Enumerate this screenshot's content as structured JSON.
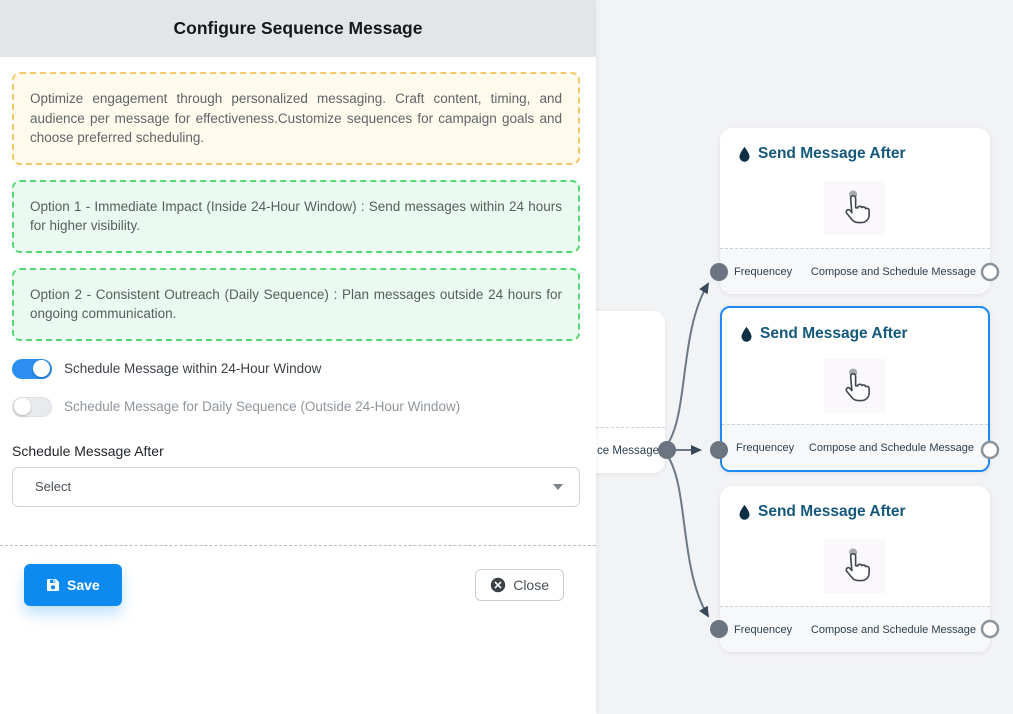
{
  "panel": {
    "title": "Configure Sequence Message",
    "intro_note": "Optimize engagement through personalized messaging. Craft content, timing, and audience per message for effectiveness.Customize sequences for campaign goals and choose preferred scheduling.",
    "option1_note": "Option 1 - Immediate Impact (Inside 24-Hour Window) : Send messages within 24 hours for higher visibility.",
    "option2_note": "Option 2 - Consistent Outreach (Daily Sequence) : Plan messages outside 24 hours for ongoing communication.",
    "toggle_24h": {
      "label": "Schedule Message within 24-Hour Window",
      "on": true
    },
    "toggle_daily": {
      "label": "Schedule Message for Daily Sequence (Outside 24-Hour Window)",
      "on": false
    },
    "schedule_after": {
      "label": "Schedule Message After",
      "placeholder": "Select"
    },
    "save_label": "Save",
    "close_label": "Close"
  },
  "canvas": {
    "partial_node_label": "ce Message",
    "nodes": [
      {
        "title": "Send Message After",
        "input_label": "Frequencey",
        "output_label": "Compose and Schedule Message",
        "selected": false
      },
      {
        "title": "Send Message After",
        "input_label": "Frequencey",
        "output_label": "Compose and Schedule Message",
        "selected": true
      },
      {
        "title": "Send Message After",
        "input_label": "Frequencey",
        "output_label": "Compose and Schedule Message",
        "selected": false
      }
    ]
  },
  "colors": {
    "accent_blue": "#0d8af0",
    "toggle_on_blue": "#2b8ef0",
    "selected_node_border": "#1e88f5",
    "note_yellow_border": "#f3c86d",
    "note_yellow_bg": "#fffbec",
    "note_green_border": "#56d873",
    "note_green_bg": "#eafaf0",
    "node_title_color": "#14587c",
    "edge_line": "#6b7987",
    "edge_arrow": "#37485a",
    "handle_fill": "#6b7480"
  }
}
